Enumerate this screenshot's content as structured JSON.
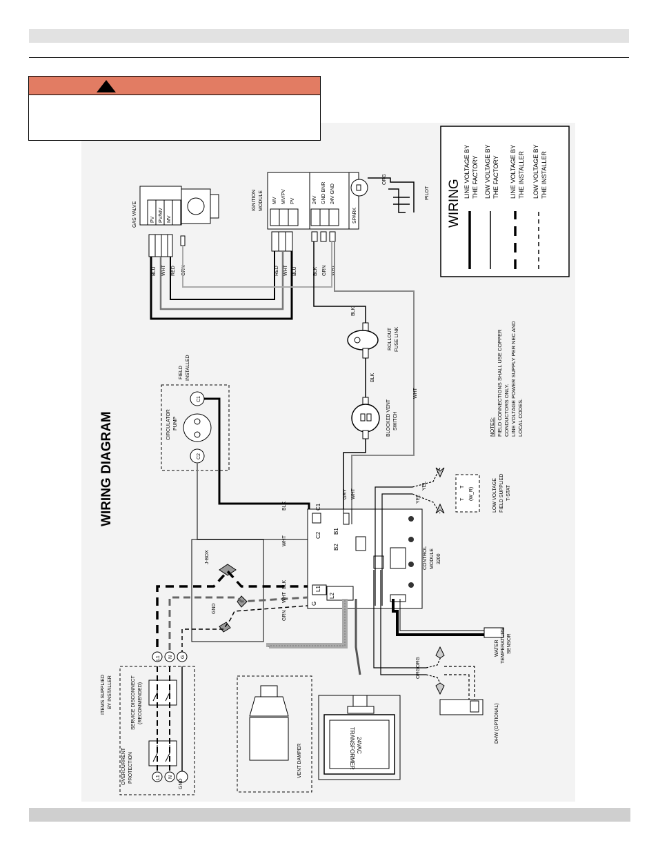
{
  "colors": {
    "header_bar": "#e2e2e2",
    "warning_header": "#e27c63",
    "diagram_bg": "#f3f3f3",
    "footer_bar": "#cfcfcf"
  },
  "title": "WIRING DIAGRAM",
  "legend": {
    "title": "WIRING",
    "items": [
      {
        "line1": "LINE VOLTAGE BY",
        "line2": "THE FACTORY",
        "style": "thick-solid"
      },
      {
        "line1": "LOW VOLTAGE BY",
        "line2": "THE FACTORY",
        "style": "thin-solid"
      },
      {
        "line1": "LINE VOLTAGE BY",
        "line2": "THE INSTALLER",
        "style": "thick-dashed"
      },
      {
        "line1": "LOW VOLTAGE BY",
        "line2": "THE INSTALLER",
        "style": "thin-dashed"
      }
    ]
  },
  "notes": {
    "heading": "NOTES:",
    "lines": [
      "FIELD CONNECTIONS SHALL USE COPPER",
      "CONDUCTORS ONLY.",
      "LINE VOLTAGE POWER SUPPLY PER NEC AND",
      "LOCAL CODES."
    ]
  },
  "components": {
    "gas_valve": "GAS VALVE",
    "gas_valve_terms": [
      "PV",
      "PV/MV",
      "MV"
    ],
    "gas_valve_wires": [
      "BLU",
      "WHT",
      "RED",
      "GRN"
    ],
    "ignition_module": [
      "IGNITION",
      "MODULE"
    ],
    "ignition_terms": [
      "MV",
      "MV/PV",
      "PV",
      "24V",
      "GND BNR",
      "24V GND"
    ],
    "ignition_wires": [
      "RED",
      "WHT",
      "BLU",
      "BLK",
      "GRN",
      "WHT"
    ],
    "spark": "SPARK",
    "org": "ORG",
    "pilot": "PILOT",
    "field_installed": [
      "FIELD",
      "INSTALLED"
    ],
    "circulator_pump": [
      "CIRCULATOR",
      "PUMP"
    ],
    "pump_c1": "C1",
    "pump_c2": "C2",
    "rollout": [
      "ROLLOUT",
      "FUSE LINK"
    ],
    "blocked_vent": [
      "BLOCKED VENT",
      "SWITCH"
    ],
    "blk": "BLK",
    "wht": "WHT",
    "gry": "GRY",
    "grn": "GRN",
    "yel": "YEL",
    "tstat": [
      "LOW VOLTAGE",
      "FIELD SUPPLIED",
      "T-STAT"
    ],
    "tstat_terms": [
      "T",
      "T",
      "(W_R)"
    ],
    "control_module": [
      "CONTROL",
      "MODULE",
      "3200"
    ],
    "cm_terms": {
      "c1": "C1",
      "c2": "C2",
      "b1": "B1",
      "b2": "B2",
      "l1": "L1",
      "l2": "L2",
      "g": "G"
    },
    "jbox": "J-BOX",
    "gnd": "GND",
    "water_sensor": [
      "WATER",
      "TEMPERATURE",
      "SENSOR"
    ],
    "items_supplied": [
      "ITEMS SUPPLIED",
      "BY INSTALLER"
    ],
    "service_disconnect": [
      "SERVICE DISCONNECT",
      "(RECOMMENDED)"
    ],
    "overcurrent": [
      "OVERCURRENT",
      "PROTECTION"
    ],
    "terminals": {
      "l1": "L1",
      "n": "N",
      "g": "G",
      "gnd": "GND"
    },
    "vent_damper": "VENT DAMPER",
    "transformer": [
      "TRANSFORMER",
      "24VAC"
    ],
    "dhw": "DHW (OPTIONAL)"
  }
}
